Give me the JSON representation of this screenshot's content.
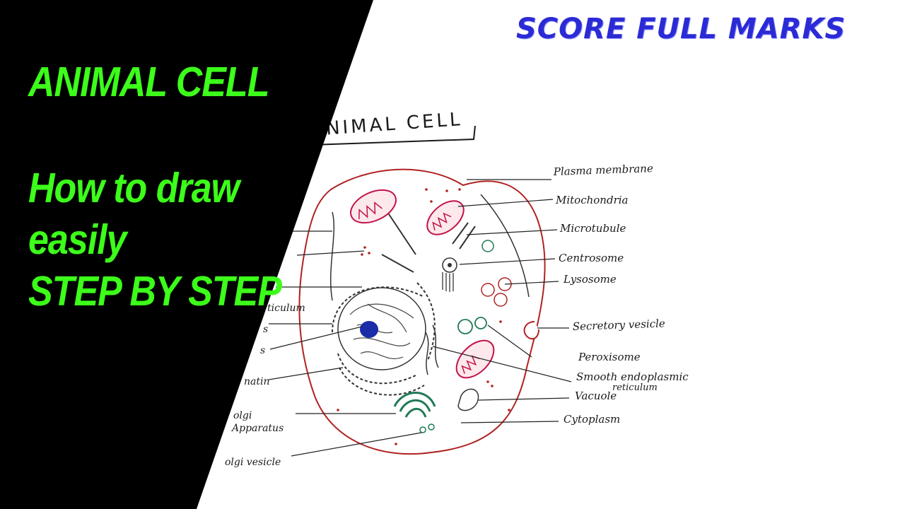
{
  "colors": {
    "accent": "#3cff1a",
    "brand": "#2b2bd6",
    "ink": "#1a1a1a",
    "membrane": "#b02222"
  },
  "left_panel": {
    "title": "ANIMAL CELL",
    "line1": "How to draw",
    "line2": "easily",
    "line3": "STEP BY STEP"
  },
  "brand": "SCORE FULL MARKS",
  "drawing": {
    "heading": "ANIMAL CELL",
    "right_labels": [
      "Plasma membrane",
      "Mitochondria",
      "Microtubule",
      "Centrosome",
      "Lysosome",
      "Secretory vesicle",
      "Peroxisome",
      "Smooth endoplasmic",
      "reticulum",
      "Vacuole",
      "Cytoplasm"
    ],
    "left_labels": [
      "ticulum",
      "s",
      "s",
      "natin",
      "olgi",
      "Apparatus",
      "olgi vesicle"
    ]
  }
}
